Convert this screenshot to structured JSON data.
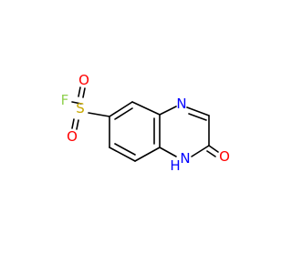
{
  "colors": {
    "bond": "#000000",
    "oxygen": "#ff0000",
    "nitrogen": "#0000ff",
    "sulfur": "#c8a800",
    "fluorine": "#90d050"
  },
  "atoms": {
    "fluorine": "F",
    "sulfur": "S",
    "sulfonyl_oxygen_top": "O",
    "sulfonyl_oxygen_bottom": "O",
    "ring_nitrogen": "N",
    "ring_nh": "N",
    "ring_nh_hydrogen": "H",
    "carbonyl_oxygen": "O"
  }
}
